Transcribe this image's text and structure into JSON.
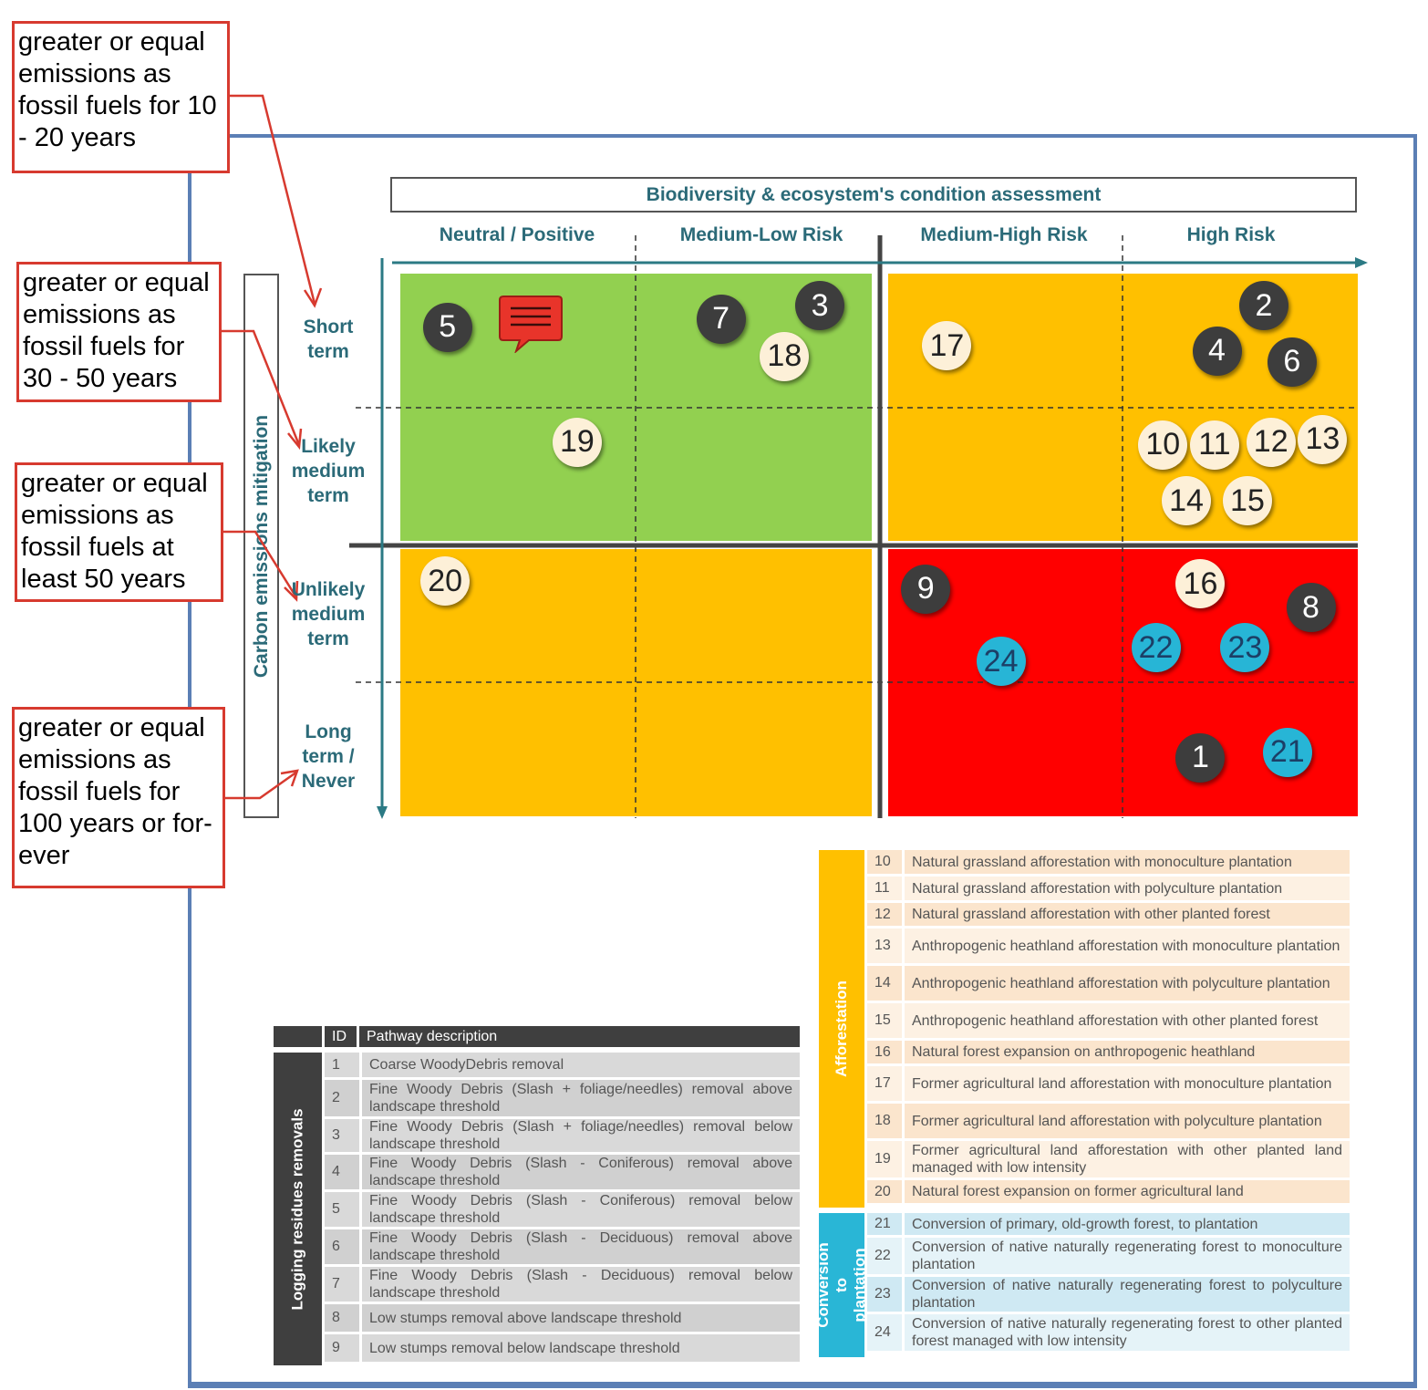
{
  "notes": [
    "greater or equal emissions as fossil fuels for 10 - 20 years",
    "greater or equal emissions as fossil fuels for 30 - 50 years",
    "greater or equal emissions as fossil fuels at least 50 years",
    "greater or equal emissions as fossil fuels for 100 years or for-ever"
  ],
  "matrix": {
    "title": "Biodiversity & ecosystem's condition assessment",
    "columns": [
      "Neutral / Positive",
      "Medium-Low Risk",
      "Medium-High Risk",
      "High Risk"
    ],
    "y_axis_label": "Carbon emissions mitigation",
    "rows": [
      "Short term",
      "Likely medium term",
      "Unlikely medium term",
      "Long term / Never"
    ],
    "colors": {
      "green": "#92d050",
      "orange": "#ffc000",
      "red": "#ff0000",
      "axis": "#2b7a84"
    },
    "markers": [
      {
        "id": "5",
        "group": "logging",
        "col": 0.2,
        "row": 0.2
      },
      {
        "id": "7",
        "group": "logging",
        "col": 1.36,
        "row": 0.17
      },
      {
        "id": "3",
        "group": "logging",
        "col": 1.78,
        "row": 0.12
      },
      {
        "id": "18",
        "group": "afforestation",
        "col": 1.63,
        "row": 0.31
      },
      {
        "id": "17",
        "group": "afforestation",
        "col": 2.25,
        "row": 0.27
      },
      {
        "id": "2",
        "group": "logging",
        "col": 3.6,
        "row": 0.12
      },
      {
        "id": "4",
        "group": "logging",
        "col": 3.4,
        "row": 0.29
      },
      {
        "id": "6",
        "group": "logging",
        "col": 3.72,
        "row": 0.33
      },
      {
        "id": "19",
        "group": "afforestation",
        "col": 0.75,
        "row": 0.63
      },
      {
        "id": "10",
        "group": "afforestation",
        "col": 3.17,
        "row": 0.64
      },
      {
        "id": "11",
        "group": "afforestation",
        "col": 3.39,
        "row": 0.64
      },
      {
        "id": "12",
        "group": "afforestation",
        "col": 3.63,
        "row": 0.63
      },
      {
        "id": "13",
        "group": "afforestation",
        "col": 3.85,
        "row": 0.62
      },
      {
        "id": "14",
        "group": "afforestation",
        "col": 3.27,
        "row": 0.85
      },
      {
        "id": "15",
        "group": "afforestation",
        "col": 3.53,
        "row": 0.85
      },
      {
        "id": "20",
        "group": "afforestation",
        "col": 0.19,
        "row": 0.12
      },
      {
        "id": "9",
        "group": "logging",
        "col": 2.16,
        "row": 0.15
      },
      {
        "id": "16",
        "group": "afforestation",
        "col": 3.33,
        "row": 0.13
      },
      {
        "id": "8",
        "group": "logging",
        "col": 3.8,
        "row": 0.22
      },
      {
        "id": "24",
        "group": "conversion",
        "col": 2.48,
        "row": 0.42
      },
      {
        "id": "22",
        "group": "conversion",
        "col": 3.14,
        "row": 0.37
      },
      {
        "id": "23",
        "group": "conversion",
        "col": 3.52,
        "row": 0.37
      },
      {
        "id": "1",
        "group": "logging",
        "col": 3.33,
        "row": 0.78
      },
      {
        "id": "21",
        "group": "conversion",
        "col": 3.7,
        "row": 0.76
      }
    ]
  },
  "logging_table": {
    "group": "Logging residues removals",
    "headers": [
      "ID",
      "Pathway description"
    ],
    "rows": [
      {
        "id": "1",
        "desc": "Coarse WoodyDebris removal"
      },
      {
        "id": "2",
        "desc": "Fine Woody Debris (Slash + foliage/needles) removal above landscape threshold"
      },
      {
        "id": "3",
        "desc": "Fine Woody Debris (Slash + foliage/needles) removal below landscape threshold"
      },
      {
        "id": "4",
        "desc": "Fine Woody Debris (Slash - Coniferous) removal above landscape threshold"
      },
      {
        "id": "5",
        "desc": "Fine Woody Debris (Slash - Coniferous) removal below landscape threshold"
      },
      {
        "id": "6",
        "desc": "Fine Woody Debris (Slash - Deciduous) removal above landscape threshold"
      },
      {
        "id": "7",
        "desc": "Fine Woody Debris (Slash - Deciduous) removal below landscape threshold"
      },
      {
        "id": "8",
        "desc": "Low stumps removal above landscape threshold"
      },
      {
        "id": "9",
        "desc": "Low stumps removal below landscape threshold"
      }
    ]
  },
  "afforestation_table": {
    "group": "Afforestation",
    "rows": [
      {
        "id": "10",
        "desc": "Natural grassland afforestation with monoculture plantation"
      },
      {
        "id": "11",
        "desc": "Natural grassland afforestation with polyculture plantation"
      },
      {
        "id": "12",
        "desc": "Natural grassland afforestation with other planted forest"
      },
      {
        "id": "13",
        "desc": "Anthropogenic heathland afforestation with monoculture plantation"
      },
      {
        "id": "14",
        "desc": "Anthropogenic heathland afforestation with polyculture plantation"
      },
      {
        "id": "15",
        "desc": "Anthropogenic heathland afforestation with other planted forest"
      },
      {
        "id": "16",
        "desc": "Natural forest expansion on anthropogenic heathland"
      },
      {
        "id": "17",
        "desc": "Former agricultural land afforestation with monoculture plantation"
      },
      {
        "id": "18",
        "desc": "Former agricultural land afforestation with polyculture plantation"
      },
      {
        "id": "19",
        "desc": "Former agricultural land afforestation with other planted land managed with low intensity"
      },
      {
        "id": "20",
        "desc": "Natural forest expansion on former agricultural land"
      }
    ]
  },
  "conversion_table": {
    "group": "Conversion to plantation",
    "rows": [
      {
        "id": "21",
        "desc": "Conversion of primary, old-growth forest, to plantation"
      },
      {
        "id": "22",
        "desc": "Conversion of native naturally regenerating forest to monoculture plantation"
      },
      {
        "id": "23",
        "desc": "Conversion of native naturally regenerating forest to polyculture plantation"
      },
      {
        "id": "24",
        "desc": "Conversion of native naturally regenerating forest to other planted forest managed with low intensity"
      }
    ]
  }
}
